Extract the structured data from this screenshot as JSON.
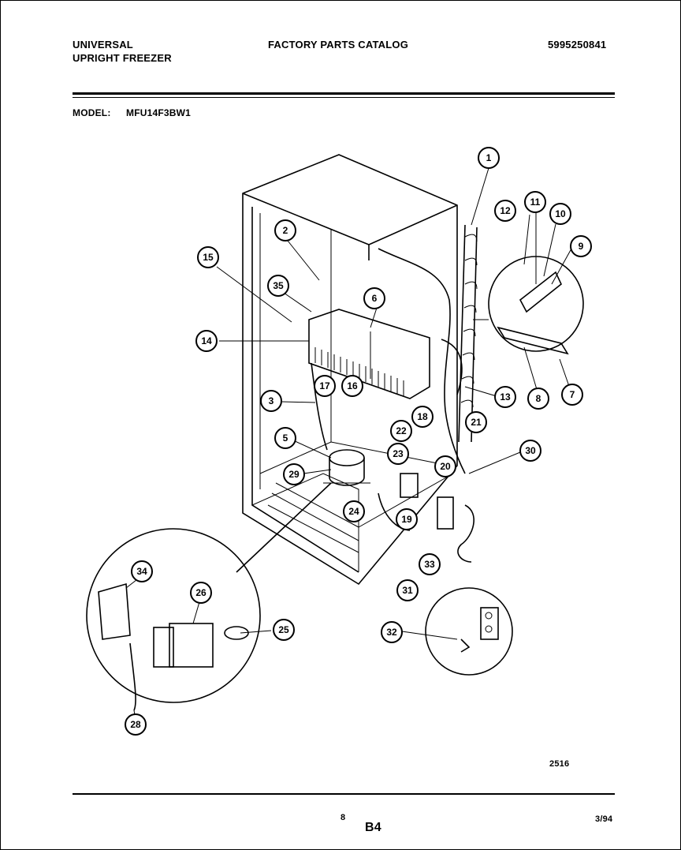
{
  "header": {
    "brand": "UNIVERSAL",
    "product": "UPRIGHT FREEZER",
    "catalog_title": "FACTORY PARTS CATALOG",
    "catalog_number": "5995250841",
    "model_label": "MODEL:",
    "model_value": "MFU14F3BW1"
  },
  "callouts": [
    "1",
    "2",
    "3",
    "5",
    "6",
    "7",
    "8",
    "9",
    "10",
    "11",
    "12",
    "13",
    "14",
    "15",
    "16",
    "17",
    "18",
    "19",
    "20",
    "21",
    "22",
    "23",
    "24",
    "25",
    "26",
    "28",
    "29",
    "30",
    "31",
    "32",
    "33",
    "34",
    "35"
  ],
  "drawing_number": "2516",
  "footer": {
    "page_number": "8",
    "section": "B4",
    "date": "3/94"
  }
}
